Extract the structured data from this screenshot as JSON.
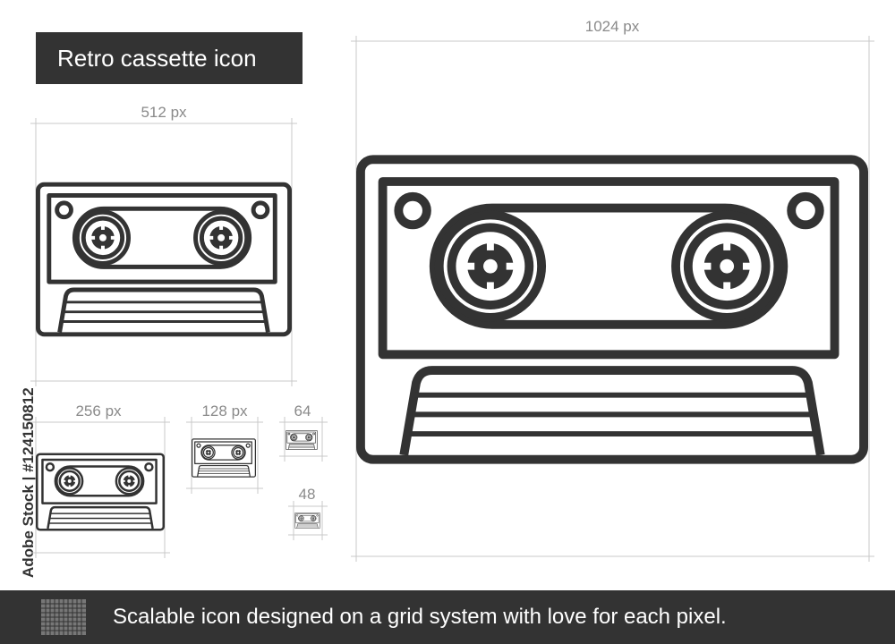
{
  "title": "Retro cassette icon",
  "sizes": {
    "s1024": "1024 px",
    "s512": "512 px",
    "s256": "256 px",
    "s128": "128 px",
    "s64": "64",
    "s48": "48"
  },
  "vertical_text": "Adobe Stock | #124150812",
  "footer": {
    "text": "Scalable icon designed on a grid system with love for each pixel."
  },
  "colors": {
    "dark": "#333333",
    "guide": "#c8c8c8",
    "label": "#8a8a8a"
  },
  "icons": [
    "cassette-icon",
    "grid-icon"
  ]
}
